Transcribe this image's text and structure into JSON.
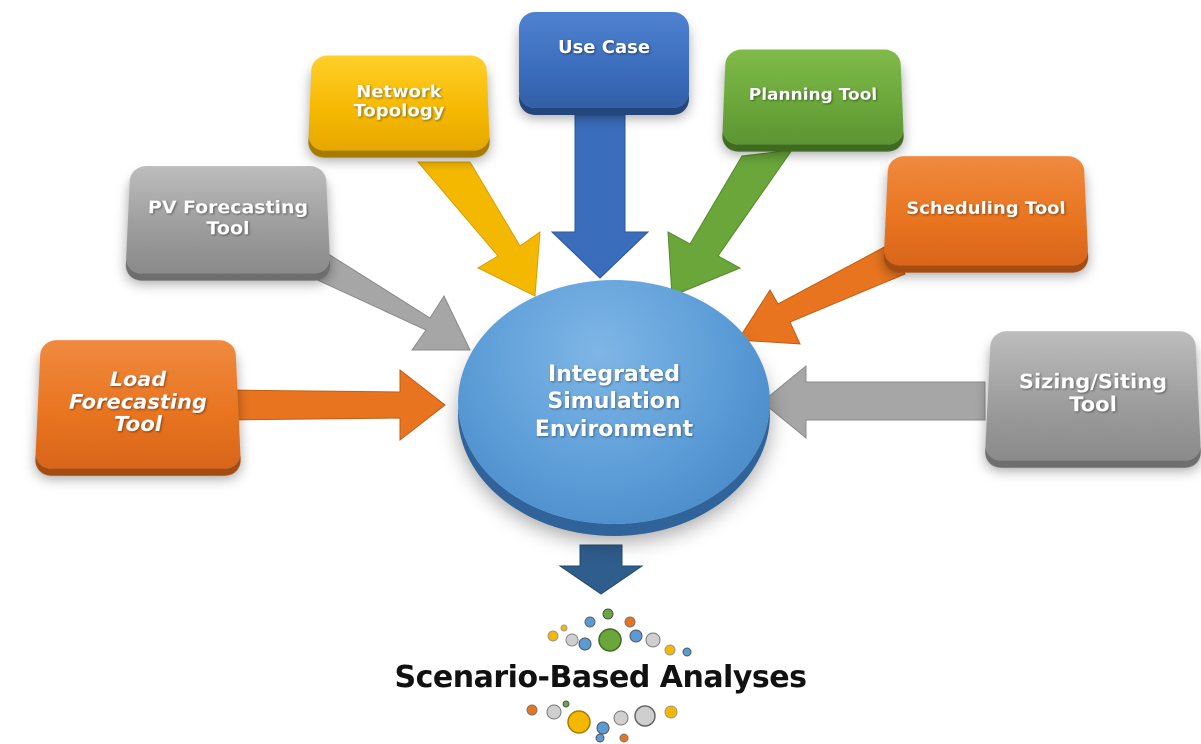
{
  "hub": {
    "label": "Integrated Simulation Environment",
    "color": "#5a9bd6"
  },
  "inputs": [
    {
      "label": "Load Forecasting Tool",
      "color": "#e8741f"
    },
    {
      "label": "PV Forecasting Tool",
      "color": "#a0a0a0"
    },
    {
      "label": "Network Topology",
      "color": "#f5b800"
    },
    {
      "label": "Use Case",
      "color": "#3b6dbd"
    },
    {
      "label": "Planning Tool",
      "color": "#6aa63a"
    },
    {
      "label": "Scheduling Tool",
      "color": "#e8741f"
    },
    {
      "label": "Sizing/Siting Tool",
      "color": "#a0a0a0"
    }
  ],
  "output": {
    "label": "Scenario-Based Analyses",
    "arrow_color": "#2f5d8c"
  }
}
